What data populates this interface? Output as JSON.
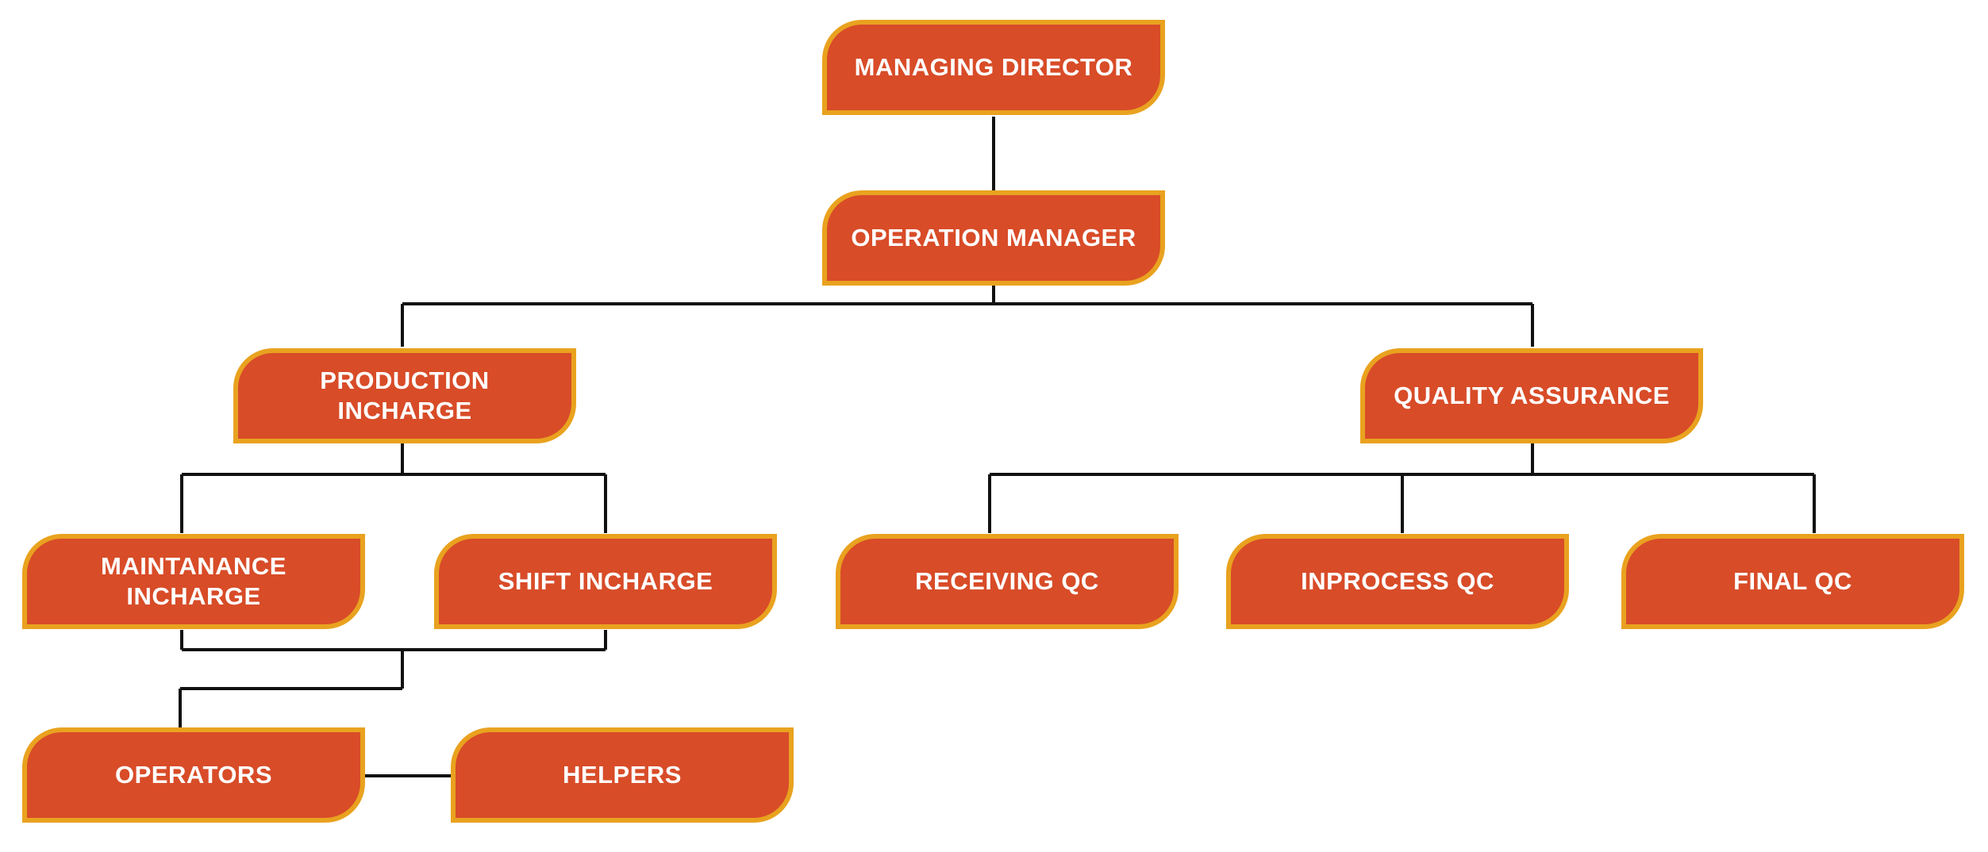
{
  "colors": {
    "box_fill": "#d84c28",
    "box_border": "#e9a21f",
    "text": "#ffffff",
    "connector": "#111111"
  },
  "nodes": {
    "managing_director": "MANAGING DIRECTOR",
    "operation_manager": "OPERATION MANAGER",
    "production_incharge": "PRODUCTION INCHARGE",
    "quality_assurance": "QUALITY ASSURANCE",
    "maintanance_incharge": "MAINTANANCE INCHARGE",
    "shift_incharge": "SHIFT INCHARGE",
    "receiving_qc": "RECEIVING QC",
    "inprocess_qc": "INPROCESS QC",
    "final_qc": "FINAL QC",
    "operators": "OPERATORS",
    "helpers": "HELPERS"
  }
}
